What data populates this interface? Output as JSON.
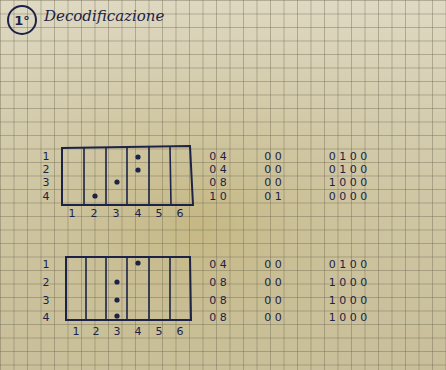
{
  "diagram": {
    "title": "Decodificazione",
    "nodes": [
      {
        "text": [
          "1°"
        ]
      }
    ],
    "labels": [
      "1",
      "2",
      "3",
      "4",
      "1",
      "2",
      "3",
      "4",
      "5",
      "6",
      "0 4",
      "0 0",
      "0 1 0 0",
      "0 4",
      "0 0",
      "0 1 0 0",
      "0 8",
      "0 0",
      "1 0 0 0",
      "1 0",
      "0 1",
      "0 0 0 0",
      "1",
      "2",
      "3",
      "4",
      "1",
      "2",
      "3",
      "4",
      "5",
      "6",
      "0 4",
      "0 0",
      "0 1 0 0",
      "0 8",
      "0 0",
      "1 0 0 0",
      "0 8",
      "0 0",
      "1 0 0 0",
      "0 8",
      "0 0",
      "1 0 0 0"
    ]
  }
}
